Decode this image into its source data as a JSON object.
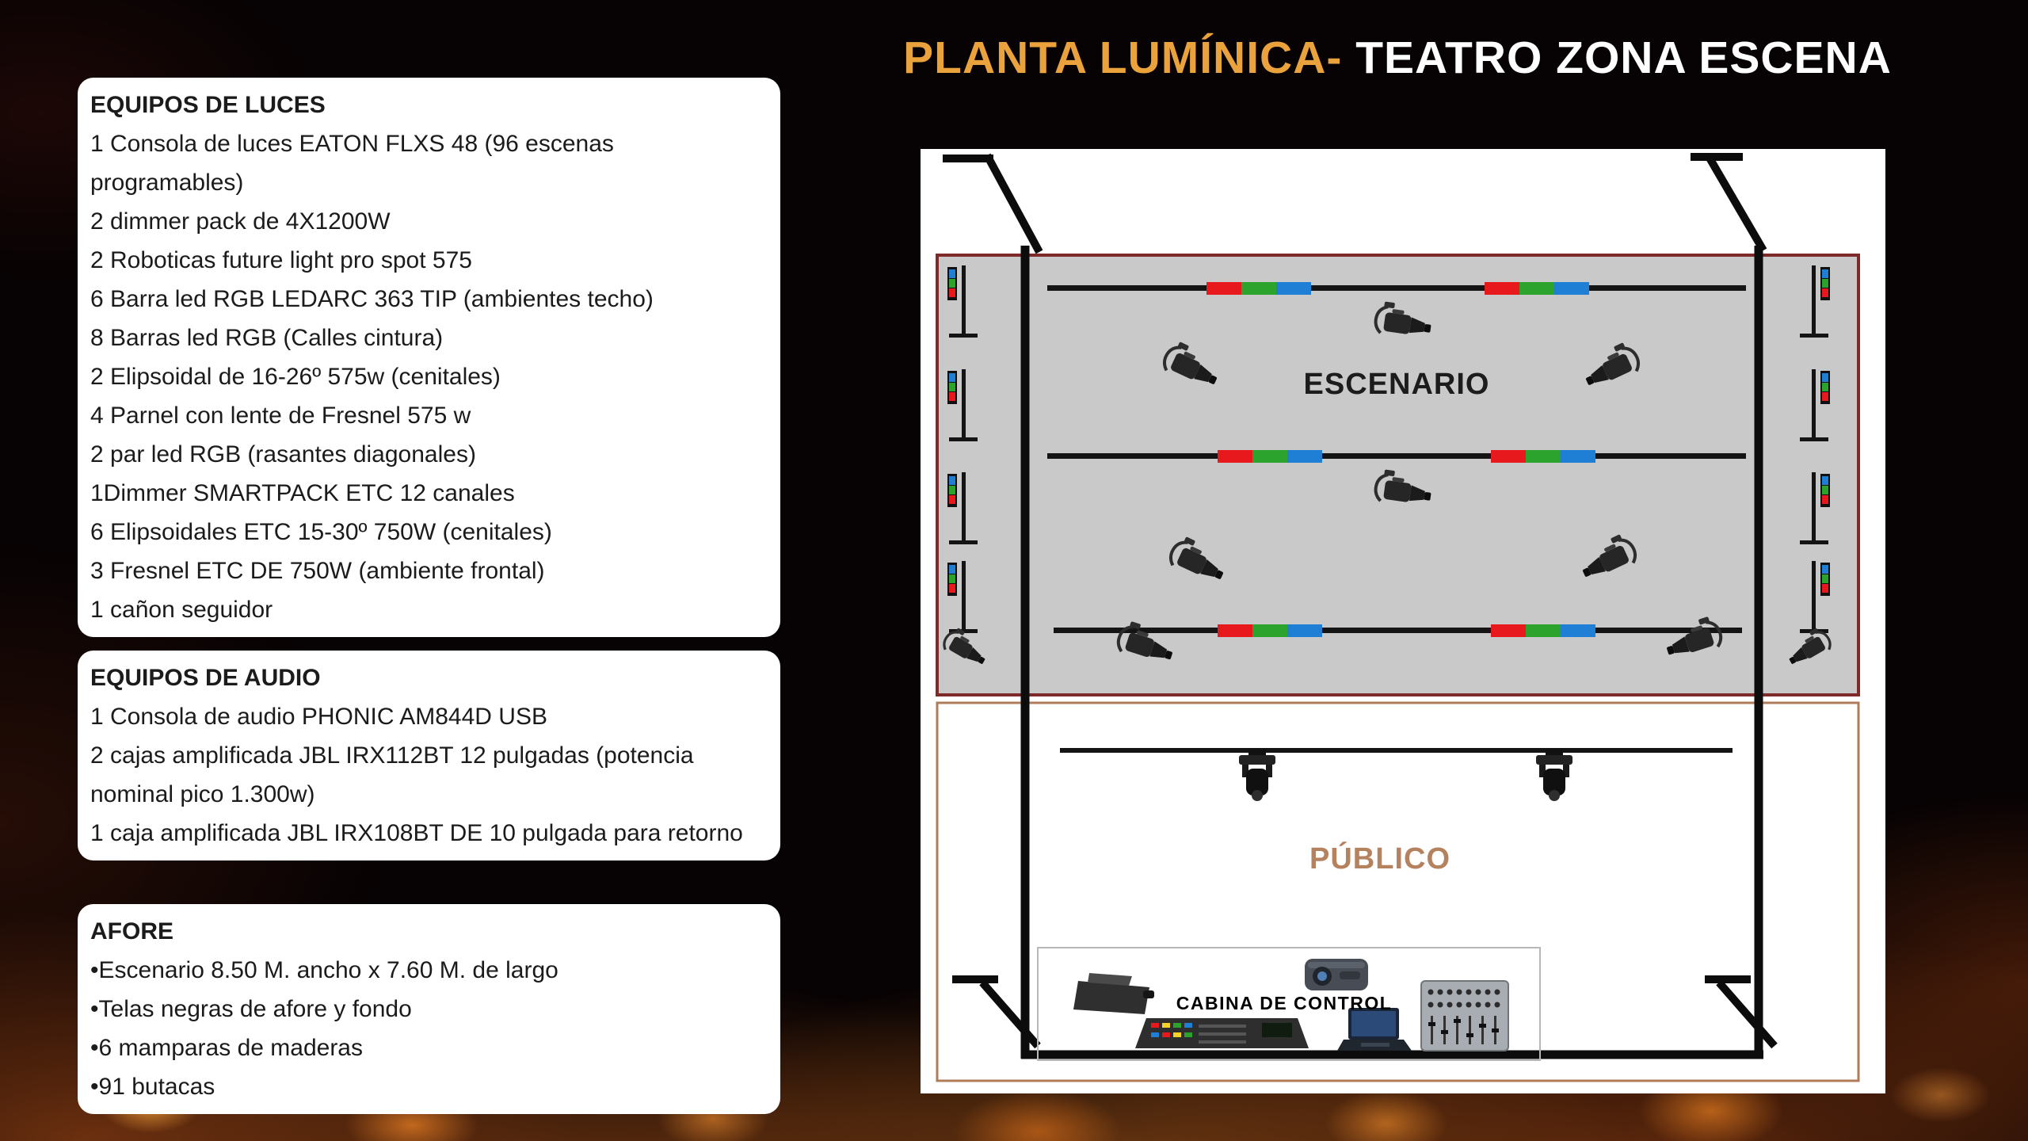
{
  "title": {
    "part1": "PLANTA LUMÍNICA-",
    "part2": "TEATRO ZONA ESCENA"
  },
  "panels": {
    "luces": {
      "title": "EQUIPOS DE LUCES",
      "items": [
        "1 Consola de luces EATON FLXS 48 (96 escenas programables)",
        "2 dimmer pack de 4X1200W",
        "2 Roboticas future light pro spot 575",
        "6 Barra led RGB LEDARC 363 TIP (ambientes techo)",
        "8 Barras led RGB (Calles cintura)",
        "2 Elipsoidal de 16-26º 575w (cenitales)",
        "4 Parnel con lente de Fresnel 575 w",
        "2 par led RGB (rasantes diagonales)",
        "1Dimmer SMARTPACK ETC 12 canales",
        "6 Elipsoidales ETC 15-30º 750W (cenitales)",
        "3 Fresnel ETC DE 750W (ambiente frontal)",
        "1 cañon seguidor"
      ]
    },
    "audio": {
      "title": "EQUIPOS DE AUDIO",
      "items": [
        "1 Consola de audio PHONIC AM844D USB",
        "2 cajas amplificada JBL IRX112BT 12 pulgadas (potencia nominal pico 1.300w)",
        "1 caja amplificada JBL IRX108BT DE 10 pulgada para retorno"
      ]
    },
    "afore": {
      "title": "AFORE",
      "items": [
        "•Escenario 8.50 M. ancho x 7.60 M. de largo",
        "•Telas negras de afore y fondo",
        "•6 mamparas de maderas",
        "•91 butacas"
      ]
    }
  },
  "diagram": {
    "stage_label": "ESCENARIO",
    "audience_label": "PÚBLICO",
    "booth_label": "CABINA DE CONTROL",
    "icons": [
      "ellipsoidal-spotlight",
      "led-bar-rgb",
      "lighting-stand-rgb",
      "moving-head-light",
      "fog-machine",
      "lighting-console",
      "projector",
      "laptop",
      "audio-mixer"
    ]
  },
  "colors": {
    "accent_orange": "#e9a23c",
    "stage_fill": "#c9c9c9",
    "stage_border": "#7e2a2a",
    "audience_border": "#af7b58",
    "audience_label": "#b5825f",
    "led_red": "#e8191c",
    "led_green": "#2ca32c",
    "led_blue": "#1f7fd4"
  }
}
